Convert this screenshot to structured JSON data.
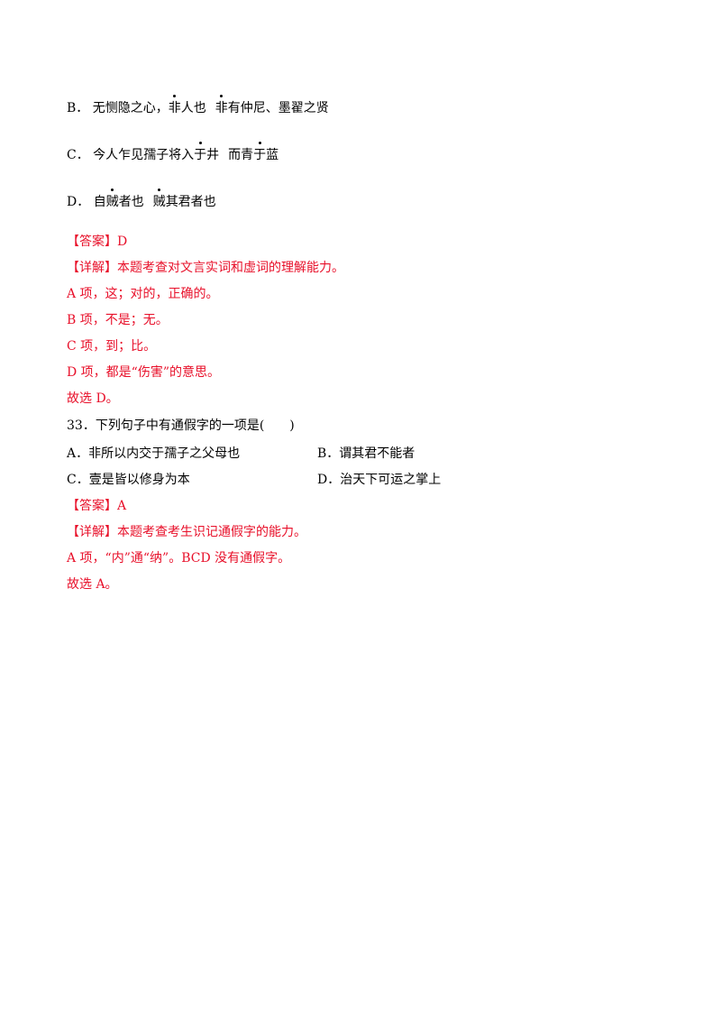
{
  "q32_options": {
    "B": {
      "label": "B．",
      "p1": "无恻隐之心",
      "p2": "，",
      "d1": "非",
      "p3": "人也",
      "d2": "非",
      "p4": "有仲尼、墨翟之贤"
    },
    "C": {
      "label": "C．",
      "p1": "今人乍见孺子将入",
      "d1": "于",
      "p2": "井",
      "p3": "而青",
      "d2": "于",
      "p4": "蓝"
    },
    "D": {
      "label": "D．",
      "p1": "自",
      "d1": "贼",
      "p2": "者也",
      "d2": "贼",
      "p3": "其君者也"
    }
  },
  "q32_answer": {
    "answer_tag": "【答案】",
    "answer_value": "D",
    "detail_tag": "【详解】",
    "detail_text": "本题考查对文言实词和虚词的理解能力。",
    "lines": [
      "A 项，这；对的，正确的。",
      "B 项，不是；无。",
      "C 项，到；比。",
      "D 项，都是“伤害”的意思。",
      "故选 D。"
    ]
  },
  "q33": {
    "stem": "33．下列句子中有通假字的一项是(　　)",
    "options": [
      {
        "label": "A．",
        "text": "非所以内交于孺子之父母也"
      },
      {
        "label": "B．",
        "text": "谓其君不能者"
      },
      {
        "label": "C．",
        "text": "壹是皆以修身为本"
      },
      {
        "label": "D．",
        "text": "治天下可运之掌上"
      }
    ]
  },
  "q33_answer": {
    "answer_tag": "【答案】",
    "answer_value": "A",
    "detail_tag": "【详解】",
    "detail_text": "本题考查考生识记通假字的能力。",
    "lines": [
      "A 项，“内”通“纳”。BCD 没有通假字。",
      "故选 A。"
    ]
  }
}
